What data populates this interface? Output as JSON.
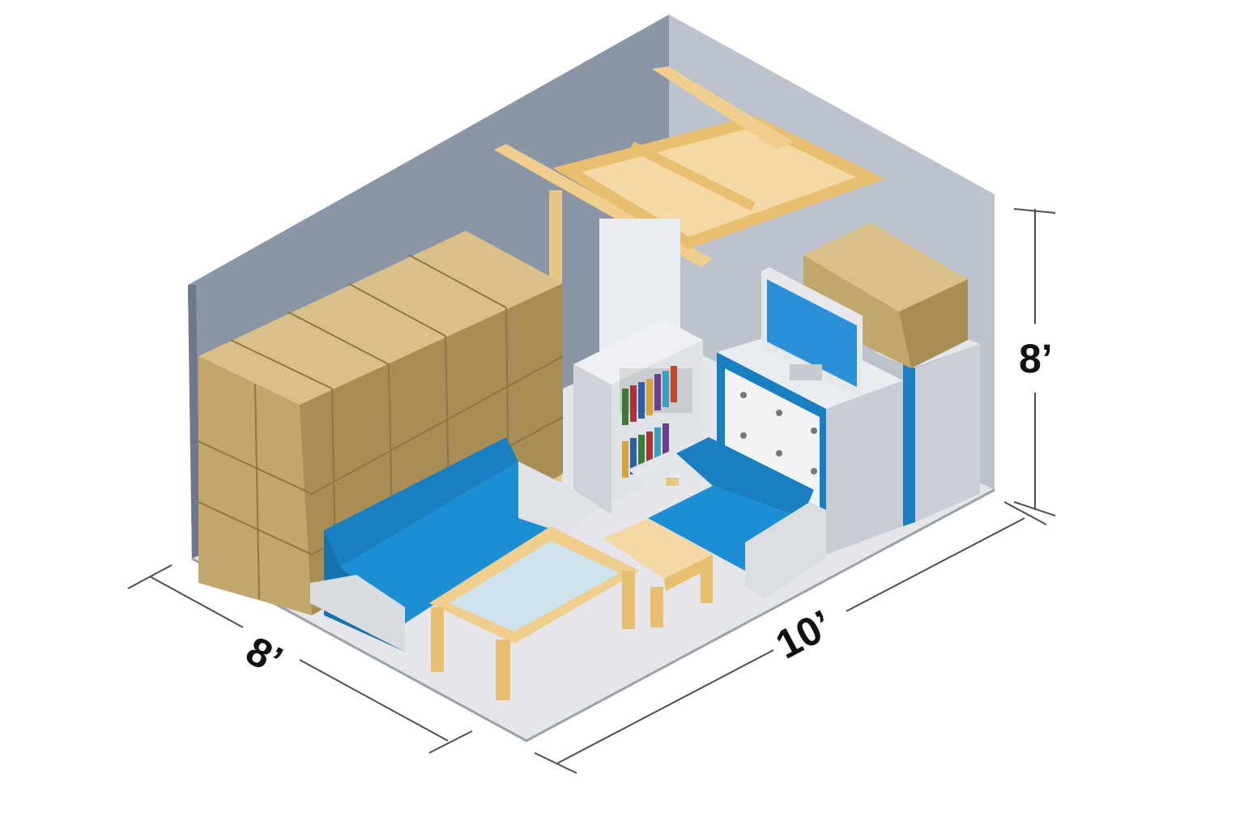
{
  "dimensions": {
    "width_label": "8’",
    "length_label": "10’",
    "height_label": "8’"
  },
  "colors": {
    "wall_left": "#8a96a6",
    "wall_right": "#b9c0ca",
    "floor": "#e6e8ec",
    "box_front": "#b99e62",
    "box_top": "#d9c08a",
    "wood": "#f0cf8e",
    "sofa_blue": "#1a86c8",
    "furniture_gray": "#d4d7dc"
  }
}
